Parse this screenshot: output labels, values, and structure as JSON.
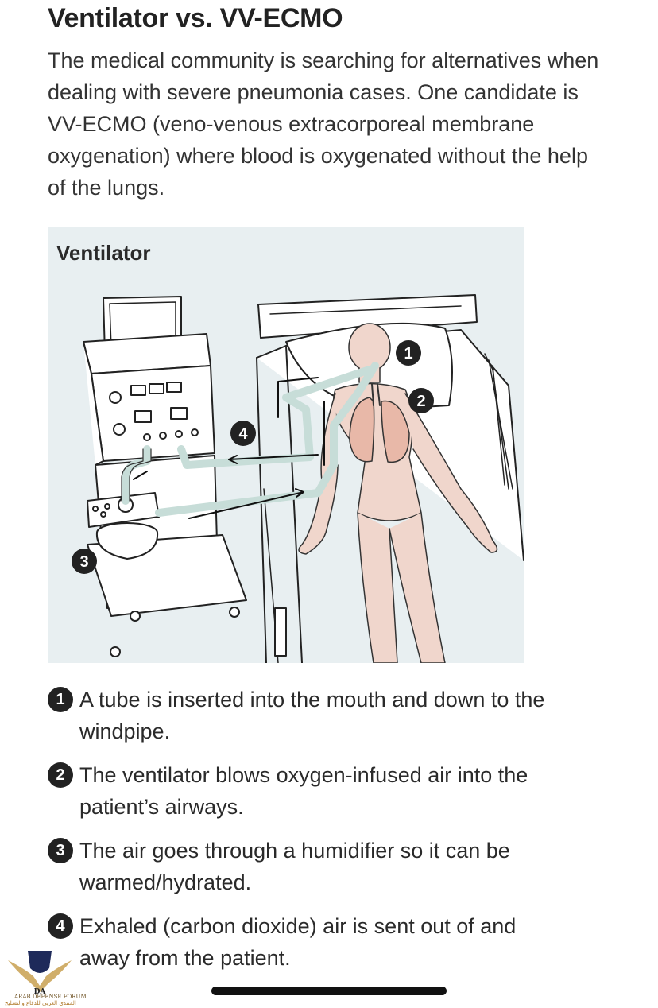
{
  "title": "Ventilator vs. VV-ECMO",
  "intro": "The medical community is searching for alternatives when dealing with severe pneumonia cases. One candidate is VV-ECMO (veno-venous extracorporeal membrane oxygenation) where blood is oxygenated without the help of the lungs.",
  "diagram": {
    "title": "Ventilator",
    "callouts": [
      "1",
      "2",
      "3",
      "4"
    ]
  },
  "steps": [
    {
      "number": "1",
      "text": "A tube is inserted into the mouth and down to the windpipe."
    },
    {
      "number": "2",
      "text": "The ventilator blows oxygen-infused air into the patient’s airways."
    },
    {
      "number": "3",
      "text": "The air goes through a humidifier so it can be warmed/hydrated."
    },
    {
      "number": "4",
      "text": "Exhaled (carbon dioxide) air is sent out of and away from the patient."
    }
  ],
  "watermark": {
    "logo": "DA",
    "line1": "ARAB DEFENSE FORUM",
    "line2": "المنتدى العربي للدفاع والتسليح"
  },
  "colors": {
    "panel_bg": "#e8eff1",
    "tube": "#c7ddd8",
    "skin": "#f0d6cc",
    "lungs": "#e8b8a8",
    "badge": "#222222"
  }
}
